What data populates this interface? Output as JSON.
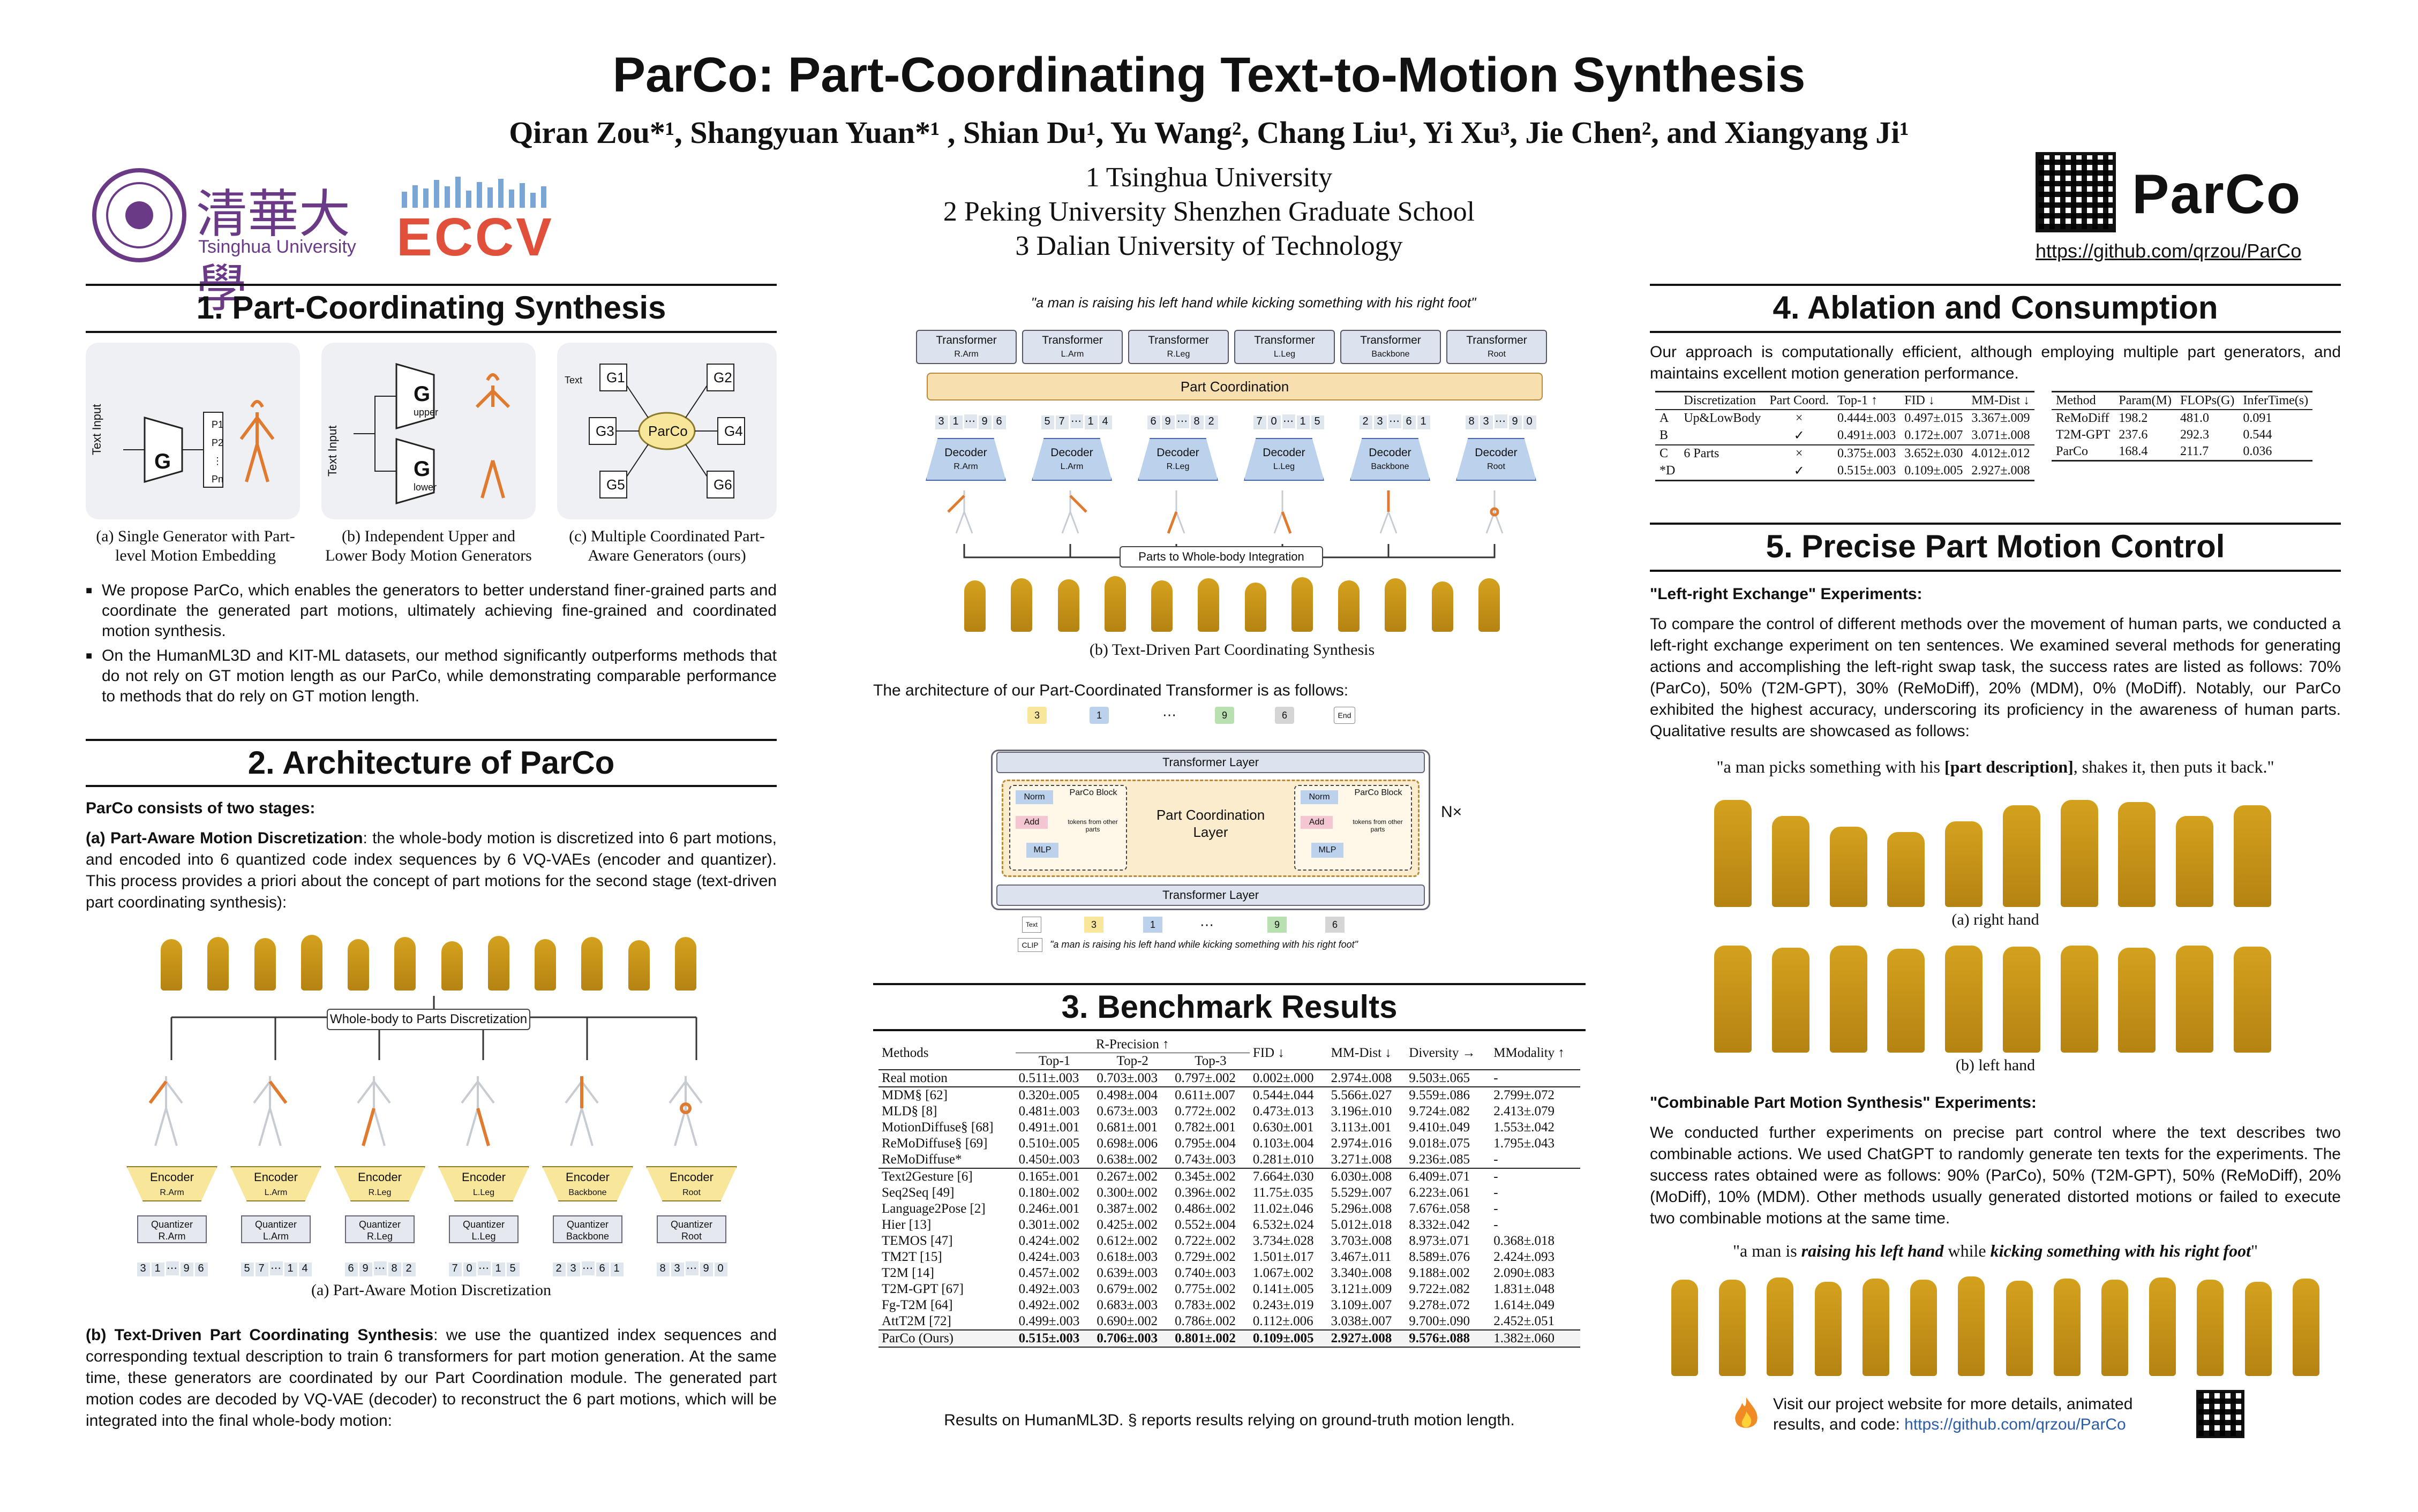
{
  "header": {
    "title": "ParCo: Part-Coordinating Text-to-Motion Synthesis",
    "authors": "Qiran Zou*¹, Shangyuan Yuan*¹ , Shian Du¹, Yu Wang², Chang Liu¹, Yi Xu³, Jie Chen², and Xiangyang Ji¹",
    "affiliations": [
      "1 Tsinghua University",
      "2 Peking University Shenzhen Graduate School",
      "3 Dalian University of Technology"
    ],
    "tsinghua_logo_text": "清華大學",
    "tsinghua_logo_en": "Tsinghua University",
    "eccv_logo_text": "ECCV",
    "parco_logo_text": "ParCo",
    "repo_link": "https://github.com/qrzou/ParCo"
  },
  "section1": {
    "title": "1. Part-Coordinating Synthesis",
    "fig_a": {
      "text_input": "Text Input",
      "gen": "G",
      "parts": [
        "P1",
        "P2",
        "⋮",
        "Pn"
      ],
      "caption": "(a) Single Generator with Part-level Motion Embedding"
    },
    "fig_b": {
      "text_input": "Text Input",
      "gen_upper": "G",
      "upper": "upper",
      "gen_lower": "G",
      "lower": "lower",
      "caption": "(b) Independent Upper and Lower Body Motion Generators"
    },
    "fig_c": {
      "center": "ParCo",
      "gens": [
        "G1",
        "G2",
        "G3",
        "G4",
        "G5",
        "G6"
      ],
      "text": "Text",
      "caption": "(c) Multiple Coordinated Part-Aware Generators (ours)"
    },
    "bullets": [
      "We propose ParCo, which enables the generators to better understand finer-grained parts and coordinate the generated part motions, ultimately achieving fine-grained and coordinated motion synthesis.",
      "On the HumanML3D and KIT-ML datasets, our method significantly outperforms methods that do not rely on GT motion length as our ParCo, while demonstrating comparable performance to methods that do rely on GT motion length."
    ]
  },
  "section2": {
    "title": "2. Architecture of ParCo",
    "intro": "ParCo consists of two stages:",
    "stage_a_label": "(a) Part-Aware Motion Discretization",
    "stage_a_text": ": the whole-body motion is discretized into 6 part motions, and encoded into 6 quantized code index sequences by 6 VQ-VAEs (encoder and quantizer). This process provides a priori about the concept of part motions for the second stage (text-driven part coordinating synthesis):",
    "disc_label": "Whole-body to Parts Discretization",
    "encoder": "Encoder",
    "quantizer": "Quantizer",
    "parts": [
      "R.Arm",
      "L.Arm",
      "R.Leg",
      "L.Leg",
      "Backbone",
      "Root"
    ],
    "codes": [
      [
        "3",
        "1",
        "⋯",
        "9",
        "6"
      ],
      [
        "5",
        "7",
        "⋯",
        "1",
        "4"
      ],
      [
        "6",
        "9",
        "⋯",
        "8",
        "2"
      ],
      [
        "7",
        "0",
        "⋯",
        "1",
        "5"
      ],
      [
        "2",
        "3",
        "⋯",
        "6",
        "1"
      ],
      [
        "8",
        "3",
        "⋯",
        "9",
        "0"
      ]
    ],
    "fig_caption": "(a) Part-Aware Motion Discretization",
    "stage_b_label": "(b) Text-Driven Part Coordinating Synthesis",
    "stage_b_text": ": we use the quantized index sequences and corresponding textual description to train 6 transformers for part motion generation. At the same time, these generators are coordinated by our Part Coordination module. The generated part motion codes are decoded by VQ-VAE (decoder) to reconstruct the 6 part motions, which will be integrated into the final whole-body motion:"
  },
  "center": {
    "prompt": "\"a man is raising his left hand while kicking something with his right foot\"",
    "transformer": "Transformer",
    "decoder": "Decoder",
    "part_coord": "Part Coordination",
    "integration": "Parts to Whole-body Integration",
    "codes": [
      [
        "3",
        "1",
        "⋯",
        "9",
        "6"
      ],
      [
        "5",
        "7",
        "⋯",
        "1",
        "4"
      ],
      [
        "6",
        "9",
        "⋯",
        "8",
        "2"
      ],
      [
        "7",
        "0",
        "⋯",
        "1",
        "5"
      ],
      [
        "2",
        "3",
        "⋯",
        "6",
        "1"
      ],
      [
        "8",
        "3",
        "⋯",
        "9",
        "0"
      ]
    ],
    "fig_caption": "(b) Text-Driven Part Coordinating Synthesis",
    "arch_intro": "The architecture of our Part-Coordinated Transformer is as follows:",
    "arch": {
      "top_tokens": [
        "3",
        "1",
        "⋯",
        "9",
        "6",
        "End"
      ],
      "bottom_tokens": [
        "Text",
        "3",
        "1",
        "⋯",
        "9",
        "6"
      ],
      "layer": "Transformer Layer",
      "norm": "Norm",
      "add": "Add",
      "mlp": "MLP",
      "block": "ParCo Block",
      "tokens_other": "tokens from other parts",
      "center": "Part Coordination Layer",
      "nx": "N×",
      "clip": "CLIP",
      "prompt": "\"a man is raising his left hand while kicking something with his right foot\""
    }
  },
  "section3": {
    "title": "3. Benchmark Results",
    "header_methods": "Methods",
    "header_rprec": "R-Precision ↑",
    "header_top": [
      "Top-1",
      "Top-2",
      "Top-3"
    ],
    "header_rest": [
      "FID ↓",
      "MM-Dist ↓",
      "Diversity →",
      "MModality ↑"
    ],
    "real": [
      "Real motion",
      "0.511±.003",
      "0.703±.003",
      "0.797±.002",
      "0.002±.000",
      "2.974±.008",
      "9.503±.065",
      "-"
    ],
    "group1": [
      [
        "MDM§ [62]",
        "0.320±.005",
        "0.498±.004",
        "0.611±.007",
        "0.544±.044",
        "5.566±.027",
        "9.559±.086",
        "2.799±.072"
      ],
      [
        "MLD§ [8]",
        "0.481±.003",
        "0.673±.003",
        "0.772±.002",
        "0.473±.013",
        "3.196±.010",
        "9.724±.082",
        "2.413±.079"
      ],
      [
        "MotionDiffuse§ [68]",
        "0.491±.001",
        "0.681±.001",
        "0.782±.001",
        "0.630±.001",
        "3.113±.001",
        "9.410±.049",
        "1.553±.042"
      ],
      [
        "ReMoDiffuse§ [69]",
        "0.510±.005",
        "0.698±.006",
        "0.795±.004",
        "0.103±.004",
        "2.974±.016",
        "9.018±.075",
        "1.795±.043"
      ],
      [
        "ReMoDiffuse*",
        "0.450±.003",
        "0.638±.002",
        "0.743±.003",
        "0.281±.010",
        "3.271±.008",
        "9.236±.085",
        "-"
      ]
    ],
    "group2": [
      [
        "Text2Gesture [6]",
        "0.165±.001",
        "0.267±.002",
        "0.345±.002",
        "7.664±.030",
        "6.030±.008",
        "6.409±.071",
        "-"
      ],
      [
        "Seq2Seq [49]",
        "0.180±.002",
        "0.300±.002",
        "0.396±.002",
        "11.75±.035",
        "5.529±.007",
        "6.223±.061",
        "-"
      ],
      [
        "Language2Pose [2]",
        "0.246±.001",
        "0.387±.002",
        "0.486±.002",
        "11.02±.046",
        "5.296±.008",
        "7.676±.058",
        "-"
      ],
      [
        "Hier [13]",
        "0.301±.002",
        "0.425±.002",
        "0.552±.004",
        "6.532±.024",
        "5.012±.018",
        "8.332±.042",
        "-"
      ],
      [
        "TEMOS [47]",
        "0.424±.002",
        "0.612±.002",
        "0.722±.002",
        "3.734±.028",
        "3.703±.008",
        "8.973±.071",
        "0.368±.018"
      ],
      [
        "TM2T [15]",
        "0.424±.003",
        "0.618±.003",
        "0.729±.002",
        "1.501±.017",
        "3.467±.011",
        "8.589±.076",
        "2.424±.093"
      ],
      [
        "T2M [14]",
        "0.457±.002",
        "0.639±.003",
        "0.740±.003",
        "1.067±.002",
        "3.340±.008",
        "9.188±.002",
        "2.090±.083"
      ],
      [
        "T2M-GPT [67]",
        "0.492±.003",
        "0.679±.002",
        "0.775±.002",
        "0.141±.005",
        "3.121±.009",
        "9.722±.082",
        "1.831±.048"
      ],
      [
        "Fg-T2M [64]",
        "0.492±.002",
        "0.683±.003",
        "0.783±.002",
        "0.243±.019",
        "3.109±.007",
        "9.278±.072",
        "1.614±.049"
      ],
      [
        "AttT2M [72]",
        "0.499±.003",
        "0.690±.002",
        "0.786±.002",
        "0.112±.006",
        "3.038±.007",
        "9.700±.090",
        "2.452±.051"
      ]
    ],
    "ours": [
      "ParCo (Ours)",
      "0.515±.003",
      "0.706±.003",
      "0.801±.002",
      "0.109±.005",
      "2.927±.008",
      "9.576±.088",
      "1.382±.060"
    ],
    "footnote": "Results on HumanML3D. § reports results relying on ground-truth motion length."
  },
  "section4": {
    "title": "4. Ablation and Consumption",
    "text": "Our approach is computationally efficient, although employing multiple part generators, and maintains excellent motion generation performance.",
    "abl_header": [
      "Discretization",
      "Part Coord.",
      "Top-1 ↑",
      "FID ↓",
      "MM-Dist ↓"
    ],
    "abl_rows": [
      [
        "A",
        "Up&LowBody",
        "×",
        "0.444±.003",
        "0.497±.015",
        "3.367±.009"
      ],
      [
        "B",
        "",
        "✓",
        "0.491±.003",
        "0.172±.007",
        "3.071±.008"
      ],
      [
        "C",
        "6 Parts",
        "×",
        "0.375±.003",
        "3.652±.030",
        "4.012±.012"
      ],
      [
        "*D",
        "",
        "✓",
        "0.515±.003",
        "0.109±.005",
        "2.927±.008"
      ]
    ],
    "cons_header": [
      "Method",
      "Param(M)",
      "FLOPs(G)",
      "InferTime(s)"
    ],
    "cons_rows": [
      [
        "ReMoDiff",
        "198.2",
        "481.0",
        "0.091"
      ],
      [
        "T2M-GPT",
        "237.6",
        "292.3",
        "0.544"
      ],
      [
        "ParCo",
        "168.4",
        "211.7",
        "0.036"
      ]
    ]
  },
  "section5": {
    "title": "5. Precise Part Motion Control",
    "exp1_title": "\"Left-right Exchange\" Experiments:",
    "exp1_text": "To compare the control of different methods over the movement of human parts, we conducted a left-right exchange experiment on ten sentences. We examined several methods for generating actions and accomplishing the left-right swap task, the success rates are listed as follows: 70% (ParCo), 50% (T2M-GPT), 30% (ReMoDiff), 20% (MDM), 0% (MoDiff). Notably, our ParCo exhibited the highest accuracy, underscoring its proficiency in the awareness of human parts. Qualitative results are showcased as follows:",
    "quote1_pre": "\"a man picks something with his ",
    "quote1_bold": "[part description]",
    "quote1_post": ", shakes it, then puts it back.\"",
    "cap_right": "(a) right hand",
    "cap_left": "(b) left hand",
    "exp2_title": "\"Combinable Part Motion Synthesis\" Experiments:",
    "exp2_text": "We conducted further experiments on precise part control where the text describes two combinable actions. We used ChatGPT to randomly generate ten texts for the experiments. The success rates obtained were as follows: 90% (ParCo), 50% (T2M-GPT), 50% (ReMoDiff), 20% (MoDiff), 10% (MDM). Other methods usually generated distorted motions or failed to execute two combinable motions at the same time.",
    "quote2_pre": "\"a man is ",
    "quote2_b1": "raising his left hand",
    "quote2_mid": " while ",
    "quote2_b2": "kicking something with his right foot",
    "quote2_post": "\"",
    "visit_text": "Visit our project website for more details, animated results, and code: ",
    "visit_link": "https://github.com/qrzou/ParCo"
  },
  "colors": {
    "gold": "#c9951a",
    "purple": "#6b3a87",
    "blue": "#2a5caa",
    "orange": "#e07a2e"
  }
}
